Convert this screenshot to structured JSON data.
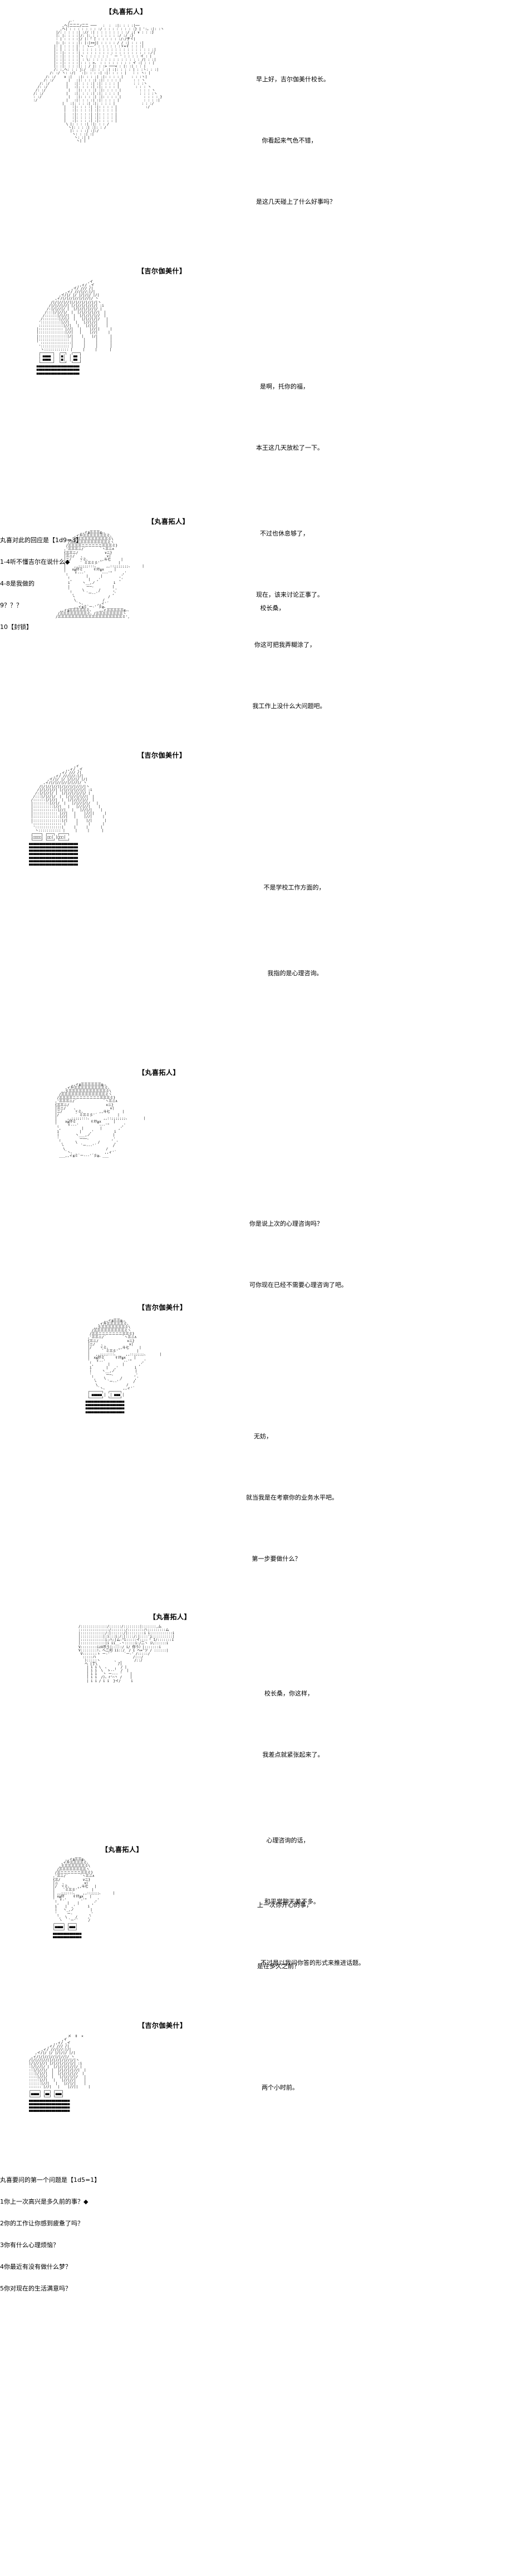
{
  "meta": {
    "page_kind": "ascii-art-story",
    "background_color": "#ffffff",
    "text_color": "#000000"
  },
  "speakers": {
    "maruki": "【丸喜拓人】",
    "gilgamesh": "【吉尔伽美什】"
  },
  "panels": [
    {
      "id": "panel-1",
      "speaker_key": "maruki",
      "speaker": "【丸喜拓人】",
      "art_name": "maruki-portrait-smiling",
      "dialogue": [
        "早上好，吉尔伽美什校长。",
        "",
        "   你看起来气色不错，",
        "",
        "是这几天碰上了什么好事吗？"
      ]
    },
    {
      "id": "panel-2",
      "speaker_key": "gilgamesh",
      "speaker": "【吉尔伽美什】",
      "art_name": "gilgamesh-portrait-seated",
      "dialogue": [
        "  是啊，托你的福，",
        "",
        "本王这几天放松了一下。",
        "",
        "",
        "  不过也休息够了，",
        "",
        "现在，该来讨论正事了。"
      ]
    },
    {
      "id": "panel-3",
      "speaker_key": "maruki",
      "speaker": "【丸喜拓人】",
      "art_name": "maruki-portrait-confused",
      "dialogue": [
        "     校长桑，",
        "  你这可把我弄糊涂了，",
        "",
        " 我工作上没什么大问题吧。"
      ]
    },
    {
      "id": "panel-4",
      "speaker_key": "gilgamesh",
      "speaker": "【吉尔伽美什】",
      "art_name": "gilgamesh-portrait-throne",
      "dialogue": [
        " 不是学校工作方面的，",
        "",
        "",
        "   我指的是心理咨询。"
      ]
    },
    {
      "id": "panel-5",
      "speaker_key": "maruki",
      "speaker": "【丸喜拓人】",
      "art_name": "maruki-portrait-surprised",
      "dialogue": [
        "你是说上次的心理咨询吗？",
        "",
        "可你现在已经不需要心理咨询了吧。"
      ]
    },
    {
      "id": "panel-6",
      "speaker_key": "gilgamesh",
      "speaker": "【吉尔伽美什】",
      "art_name": "gilgamesh-portrait-standing",
      "dialogue": [
        "    无妨，",
        "",
        "就当我是在考察你的业务水平吧。",
        "",
        "   第一步要做什么？"
      ]
    },
    {
      "id": "panel-7",
      "speaker_key": "maruki",
      "speaker": "【丸喜拓人】",
      "art_name": "maruki-portrait-explaining",
      "dialogue": [
        "  校长桑，你这样，",
        "",
        " 我差点就紧张起来了。",
        "",
        "",
        "   心理咨询的话，",
        "",
        "  和平常聊天差不多。",
        "",
        "不过是以我问你答的形式来推进话题。"
      ]
    },
    {
      "id": "panel-8",
      "speaker_key": "maruki",
      "speaker": "【丸喜拓人】",
      "art_name": "maruki-portrait-asking",
      "dialogue": [
        "上一次你开心的事，",
        "",
        "是在多久之前？"
      ]
    },
    {
      "id": "panel-9",
      "speaker_key": "gilgamesh",
      "speaker": "【吉尔伽美什】",
      "art_name": "gilgamesh-portrait-answer",
      "dialogue": [
        "两个小时前。"
      ]
    }
  ],
  "roll_blocks": [
    {
      "id": "roll-block-1",
      "lines": [
        "丸喜对此的回应是【1d9=3】",
        "1-4听不懂吉尔在说什么◆",
        "4-8是我做的",
        "9？？？",
        "10【封锁】"
      ]
    },
    {
      "id": "roll-block-2",
      "lines": [
        "丸喜要问的第一个问题是【1d5=1】",
        "1你上一次高兴是多久前的事？◆",
        "2你的工作让你感到疲惫了吗？",
        "3你有什么心理烦恼？",
        "4你最近有没有做什么梦？",
        "5你对现在的生活满意吗？"
      ]
    }
  ]
}
